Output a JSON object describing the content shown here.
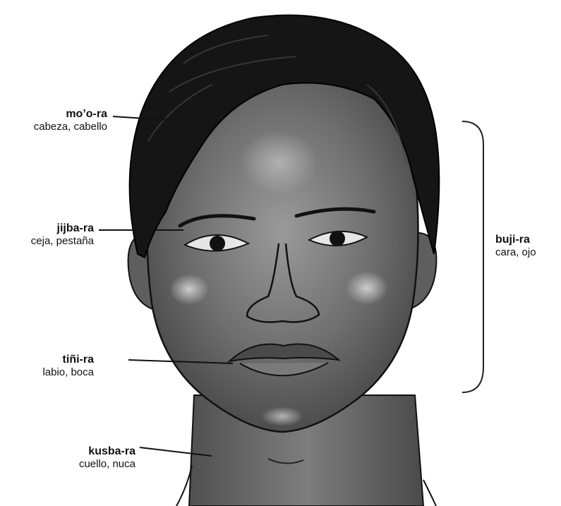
{
  "labels": [
    {
      "term": "mo’o-ra",
      "gloss": "cabeza, cabello"
    },
    {
      "term": "jijba-ra",
      "gloss": "ceja, pestaña"
    },
    {
      "term": "tiñi-ra",
      "gloss": "labio, boca"
    },
    {
      "term": "kusba-ra",
      "gloss": "cuello, nuca"
    },
    {
      "term": "buji-ra",
      "gloss": "cara, ojo"
    }
  ],
  "colors": {
    "skin": "#6e6e6e",
    "hair": "#151515",
    "line": "#111111",
    "background": "#ffffff"
  }
}
